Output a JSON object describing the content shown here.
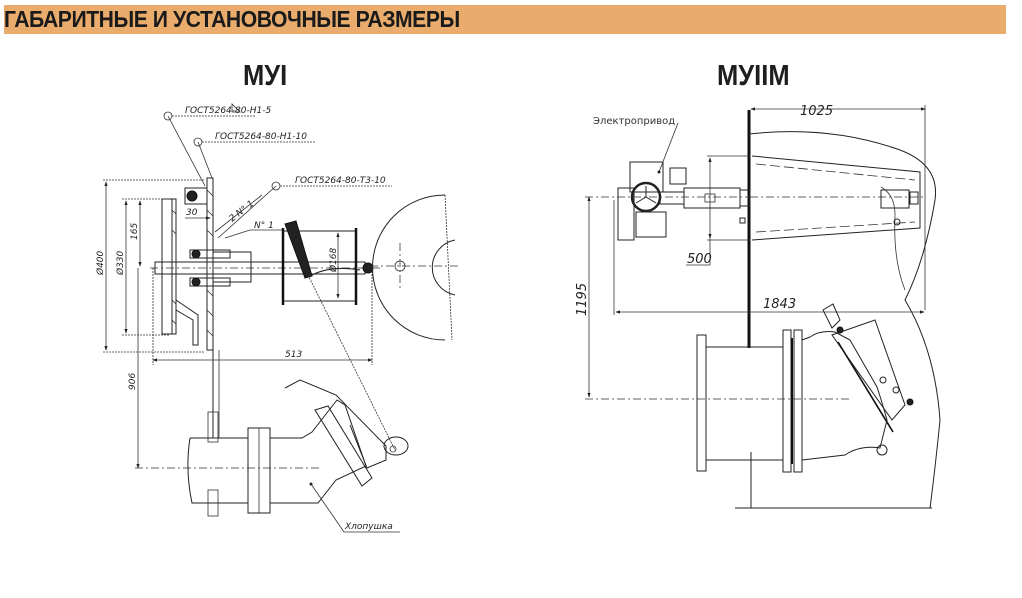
{
  "header": {
    "title": "ГАБАРИТНЫЕ И УСТАНОВОЧНЫЕ РАЗМЕРЫ",
    "bar_color": "#e9ac6d"
  },
  "drawings": [
    {
      "model": "МУI",
      "weld_notes": [
        "ГОСТ5264-80-Н1-5",
        "ГОСТ5264-80-Н1-10",
        "ГОСТ5264-80-Т3-10"
      ],
      "weld_leg_values": [
        "5",
        "10",
        "10"
      ],
      "dimensions": {
        "d400": "Ø400",
        "d330": "Ø330",
        "h165": "165",
        "w30": "30",
        "d168": "Ø168",
        "w513": "513",
        "h906": "906",
        "note1": "2 N° 1",
        "note2": "N° 1"
      },
      "callouts": {
        "valve": "Хлопушка"
      }
    },
    {
      "model": "МУIIМ",
      "dimensions": {
        "w1025": "1025",
        "h500": "500",
        "h1195": "1195",
        "w1843": "1843"
      },
      "callouts": {
        "actuator": "Электропривод"
      }
    }
  ]
}
